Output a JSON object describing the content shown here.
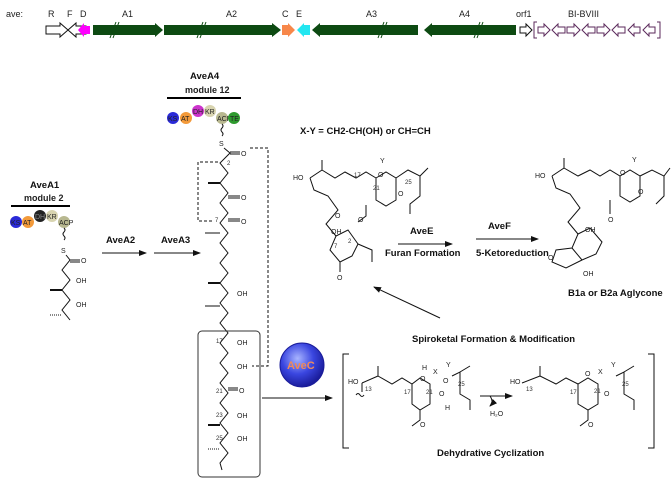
{
  "gene_cluster": {
    "prefix": "ave:",
    "genes": [
      {
        "label": "R",
        "color": "#ffffff",
        "direction": "right"
      },
      {
        "label": "F",
        "color": "#ffffff",
        "direction": "left"
      },
      {
        "label": "D",
        "color": "#ff00ff",
        "direction": "left"
      },
      {
        "label": "A1",
        "color": "#0d4a12",
        "direction": "right"
      },
      {
        "label": "A2",
        "color": "#0d4a12",
        "direction": "right"
      },
      {
        "label": "C",
        "color": "#f7874a",
        "direction": "right"
      },
      {
        "label": "E",
        "color": "#22e6f0",
        "direction": "left"
      },
      {
        "label": "A3",
        "color": "#0d4a12",
        "direction": "left"
      },
      {
        "label": "A4",
        "color": "#0d4a12",
        "direction": "left"
      },
      {
        "label": "orf1",
        "color": "#ffffff",
        "direction": "right"
      },
      {
        "label": "BI-BVIII",
        "color": "#ffffff",
        "direction": "mixed",
        "outline": "#5b2a5b"
      }
    ]
  },
  "modules": {
    "avea1": {
      "title": "AveA1",
      "module": "module 2",
      "domains": [
        "KS",
        "AT",
        "DH",
        "KR",
        "ACP"
      ]
    },
    "avea4": {
      "title": "AveA4",
      "module": "module 12",
      "domains": [
        "KS",
        "AT",
        "DH",
        "KR",
        "ACP",
        "TE"
      ]
    }
  },
  "domain_colors": {
    "KS": "#2a2ad8",
    "AT": "#f39a3a",
    "DH_a1": "#222222",
    "DH_a4": "#cc33cc",
    "KR": "#d8d4b0",
    "ACP": "#b8b890",
    "TE": "#2e9a2e"
  },
  "steps": {
    "avea2": "AveA2",
    "avea3": "AveA3",
    "avee": "AveE",
    "avee_desc": "Furan Formation",
    "avef": "AveF",
    "avef_desc": "5-Ketoreduction",
    "spiro": "Spiroketal Formation & Modification",
    "dehydrative": "Dehydrative Cyclization",
    "h2o": "H₂O",
    "avec": "AveC"
  },
  "annotations": {
    "xy_definition": "X-Y = CH2-CH(OH) or CH=CH",
    "product": "B1a or B2a Aglycone"
  },
  "atoms": {
    "OH": "OH",
    "O": "O",
    "HO": "HO",
    "S": "S",
    "H": "H",
    "X": "X",
    "Y": "Y"
  },
  "locants": {
    "c2": "2",
    "c7": "7",
    "c13": "13",
    "c17": "17",
    "c21": "21",
    "c23": "23",
    "c25": "25"
  }
}
